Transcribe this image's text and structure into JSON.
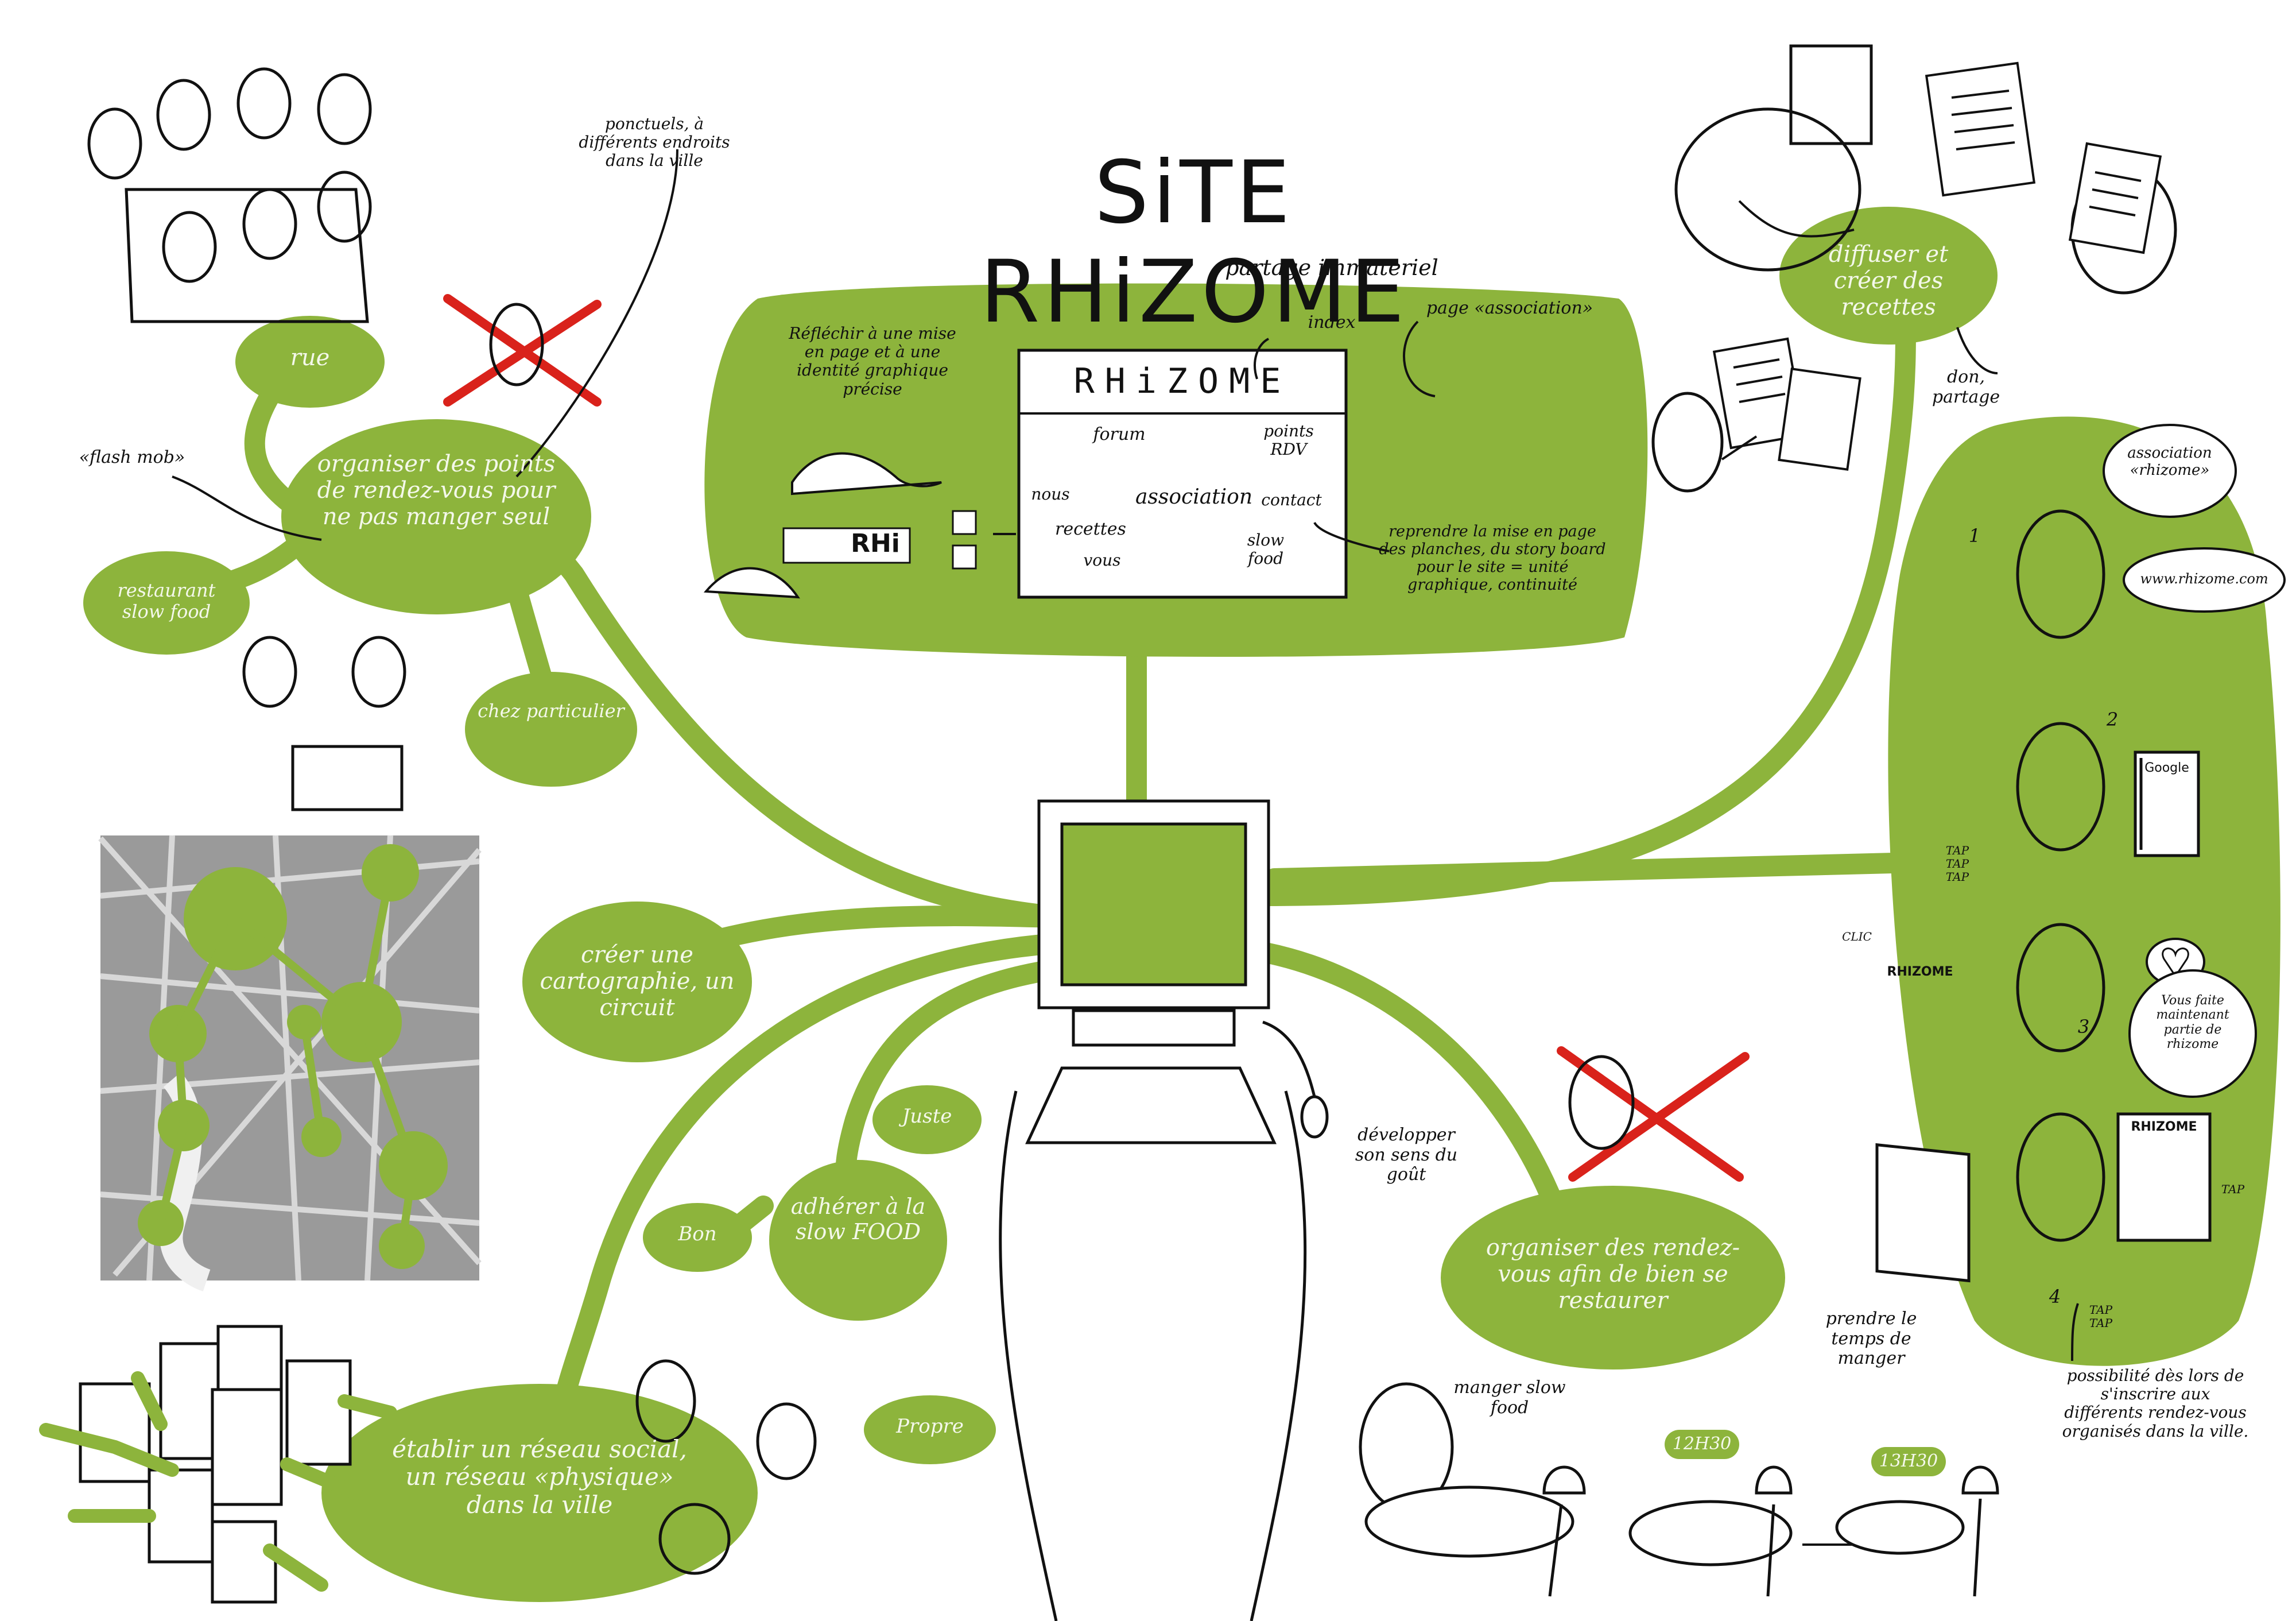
{
  "title": "SiTE RHiZOME",
  "subtitle": "partage immateriel",
  "colors": {
    "accent": "#8db43c",
    "ink": "#111111",
    "cross": "#d9221b",
    "map": "#9a9a9a"
  },
  "website_block": {
    "note_left": "Réfléchir à une mise en page et à une identité graphique précise",
    "index_label": "index",
    "association_page_label": "page «association»",
    "site_name": "RHiZOME",
    "menu": {
      "forum": "forum",
      "points_rdv": "points RDV",
      "nous": "nous",
      "association": "association",
      "contact": "contact",
      "recettes": "recettes",
      "vous": "vous",
      "slow_food": "slow food"
    },
    "logo_text": "RHi",
    "note_right": "reprendre la mise en page des planches, du story board pour le site = unité graphique, continuité"
  },
  "branches": {
    "rendezvous": "organiser des points de rendez-vous pour ne pas manger seul",
    "rue": "rue",
    "flash_mob": "«flash mob»",
    "restaurant": "restaurant slow food",
    "chez": "chez particulier",
    "ponctuels": "ponctuels, à différents endroits dans la ville",
    "cartographie": "créer une cartographie, un circuit",
    "adherer": "adhérer à la slow FOOD",
    "juste": "Juste",
    "bon": "Bon",
    "propre": "Propre",
    "reseau": "établir un réseau social, un réseau «physique» dans la ville",
    "developper": "développer son sens du goût",
    "restaurer": "organiser des rendez-vous afin de bien se restaurer",
    "recettes": "diffuser et créer des recettes",
    "don": "don, partage"
  },
  "steps": {
    "n1": "1",
    "n2": "2",
    "n3": "3",
    "n4": "4",
    "bubble_association": "association «rhizome»",
    "bubble_url": "www.rhizome.com",
    "google": "Google",
    "tap1": "TAP TAP TAP",
    "clic": "CLIC",
    "rhizome_screen": "RHIZOME",
    "bubble_member": "Vous faite maintenant partie de rhizome",
    "tap2": "TAP",
    "tap3": "TAP TAP",
    "possibilite": "possibilité dès lors de s'inscrire aux différents rendez-vous organisés dans la ville."
  },
  "bottom_right": {
    "prendre": "prendre le temps de manger",
    "manger": "manger slow food",
    "time1": "12H30",
    "time2": "13H30"
  }
}
